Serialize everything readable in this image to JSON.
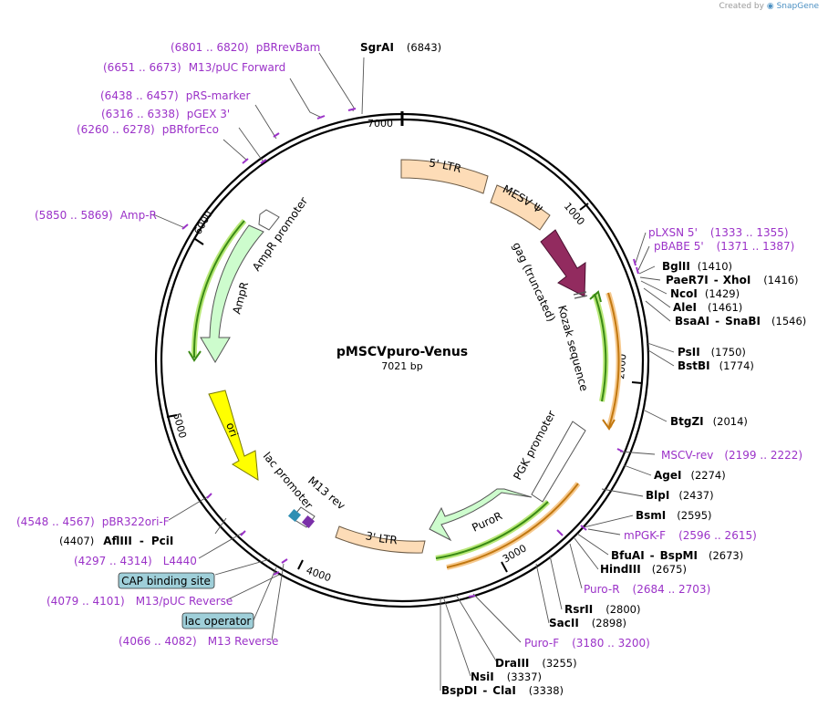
{
  "watermark": {
    "created_by": "Created by",
    "brand": "SnapGene"
  },
  "plasmid": {
    "name": "pMSCVpuro-Venus",
    "length": "7021 bp"
  },
  "ticks": [
    "1000",
    "2000",
    "3000",
    "4000",
    "5000",
    "6000",
    "7000"
  ],
  "enzymes": [
    {
      "name": "SgrAI",
      "pos": "(6843)"
    },
    {
      "name": "BglII",
      "pos": "(1410)"
    },
    {
      "name": "PaeR7I",
      "name2": "XhoI",
      "pos": "(1416)"
    },
    {
      "name": "NcoI",
      "pos": "(1429)"
    },
    {
      "name": "AleI",
      "pos": "(1461)"
    },
    {
      "name": "BsaAI",
      "name2": "SnaBI",
      "pos": "(1546)"
    },
    {
      "name": "PsII",
      "pos": "(1750)"
    },
    {
      "name": "BstBI",
      "pos": "(1774)"
    },
    {
      "name": "BtgZI",
      "pos": "(2014)"
    },
    {
      "name": "AgeI",
      "pos": "(2274)"
    },
    {
      "name": "BlpI",
      "pos": "(2437)"
    },
    {
      "name": "BsmI",
      "pos": "(2595)"
    },
    {
      "name": "BfuAI",
      "name2": "BspMI",
      "pos": "(2673)"
    },
    {
      "name": "HindIII",
      "pos": "(2675)"
    },
    {
      "name": "RsrII",
      "pos": "(2800)"
    },
    {
      "name": "SacII",
      "pos": "(2898)"
    },
    {
      "name": "DraIII",
      "pos": "(3255)"
    },
    {
      "name": "NsiI",
      "pos": "(3337)"
    },
    {
      "name": "BspDI",
      "name2": "ClaI",
      "pos": "(3338)"
    },
    {
      "name": "AflIII",
      "name2": "PciI",
      "pos": "(4407)"
    }
  ],
  "primers": [
    {
      "name": "pBRrevBam",
      "range": "(6801 .. 6820)"
    },
    {
      "name": "M13/pUC Forward",
      "range": "(6651 .. 6673)"
    },
    {
      "name": "pRS-marker",
      "range": "(6438 .. 6457)"
    },
    {
      "name": "pGEX 3'",
      "range": "(6316 .. 6338)"
    },
    {
      "name": "pBRforEco",
      "range": "(6260 .. 6278)"
    },
    {
      "name": "Amp-R",
      "range": "(5850 .. 5869)"
    },
    {
      "name": "pLXSN 5'",
      "range": "(1333 .. 1355)"
    },
    {
      "name": "pBABE 5'",
      "range": "(1371 .. 1387)"
    },
    {
      "name": "MSCV-rev",
      "range": "(2199 .. 2222)"
    },
    {
      "name": "mPGK-F",
      "range": "(2596 .. 2615)"
    },
    {
      "name": "Puro-R",
      "range": "(2684 .. 2703)"
    },
    {
      "name": "Puro-F",
      "range": "(3180 .. 3200)"
    },
    {
      "name": "pBR322ori-F",
      "range": "(4548 .. 4567)"
    },
    {
      "name": "L4440",
      "range": "(4297 .. 4314)"
    },
    {
      "name": "M13/pUC Reverse",
      "range": "(4079 .. 4101)"
    },
    {
      "name": "M13 Reverse",
      "range": "(4066 .. 4082)"
    }
  ],
  "features": {
    "ltr5": "5' LTR",
    "mesv": "MESV Ψ",
    "gag": "gag (truncated)",
    "kozak": "Kozak sequence",
    "pgk": "PGK promoter",
    "puror": "PuroR",
    "ltr3": "3' LTR",
    "ori": "ori",
    "ampr": "AmpR",
    "ampr_promoter": "AmpR promoter",
    "lac_promoter": "lac promoter",
    "m13rev": "M13 rev",
    "cap_site": "CAP binding site",
    "lac_operator": "lac operator"
  },
  "colors": {
    "primer": "#9b32c8",
    "ltr": "#fddcb7",
    "gag": "#922b5f",
    "ampr": "#cdfccd",
    "ori": "#ffff00",
    "orf_green": "#3a8a15",
    "orf_orange": "#c27810",
    "box": "#9fcfd9"
  }
}
